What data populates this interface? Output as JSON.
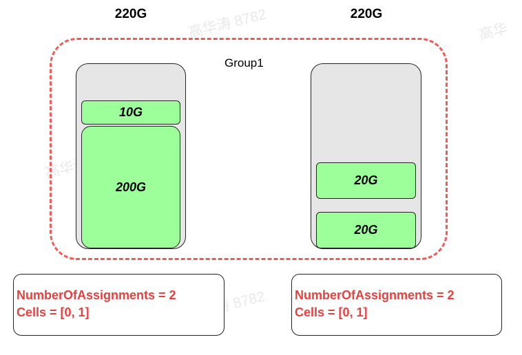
{
  "nodes": [
    {
      "capacity": "220G",
      "allocations": [
        "10G",
        "200G"
      ],
      "info": {
        "assignments": "NumberOfAssignments = 2",
        "cells": "Cells = [0, 1]"
      }
    },
    {
      "capacity": "220G",
      "allocations": [
        "20G",
        "20G"
      ],
      "info": {
        "assignments": "NumberOfAssignments = 2",
        "cells": "Cells = [0, 1]"
      }
    }
  ],
  "group": {
    "label": "Group1"
  },
  "watermarks": [
    "高华涛 8782",
    "高华涛 8782",
    "高华涛 8782",
    "高华涛 8782",
    "高华"
  ]
}
